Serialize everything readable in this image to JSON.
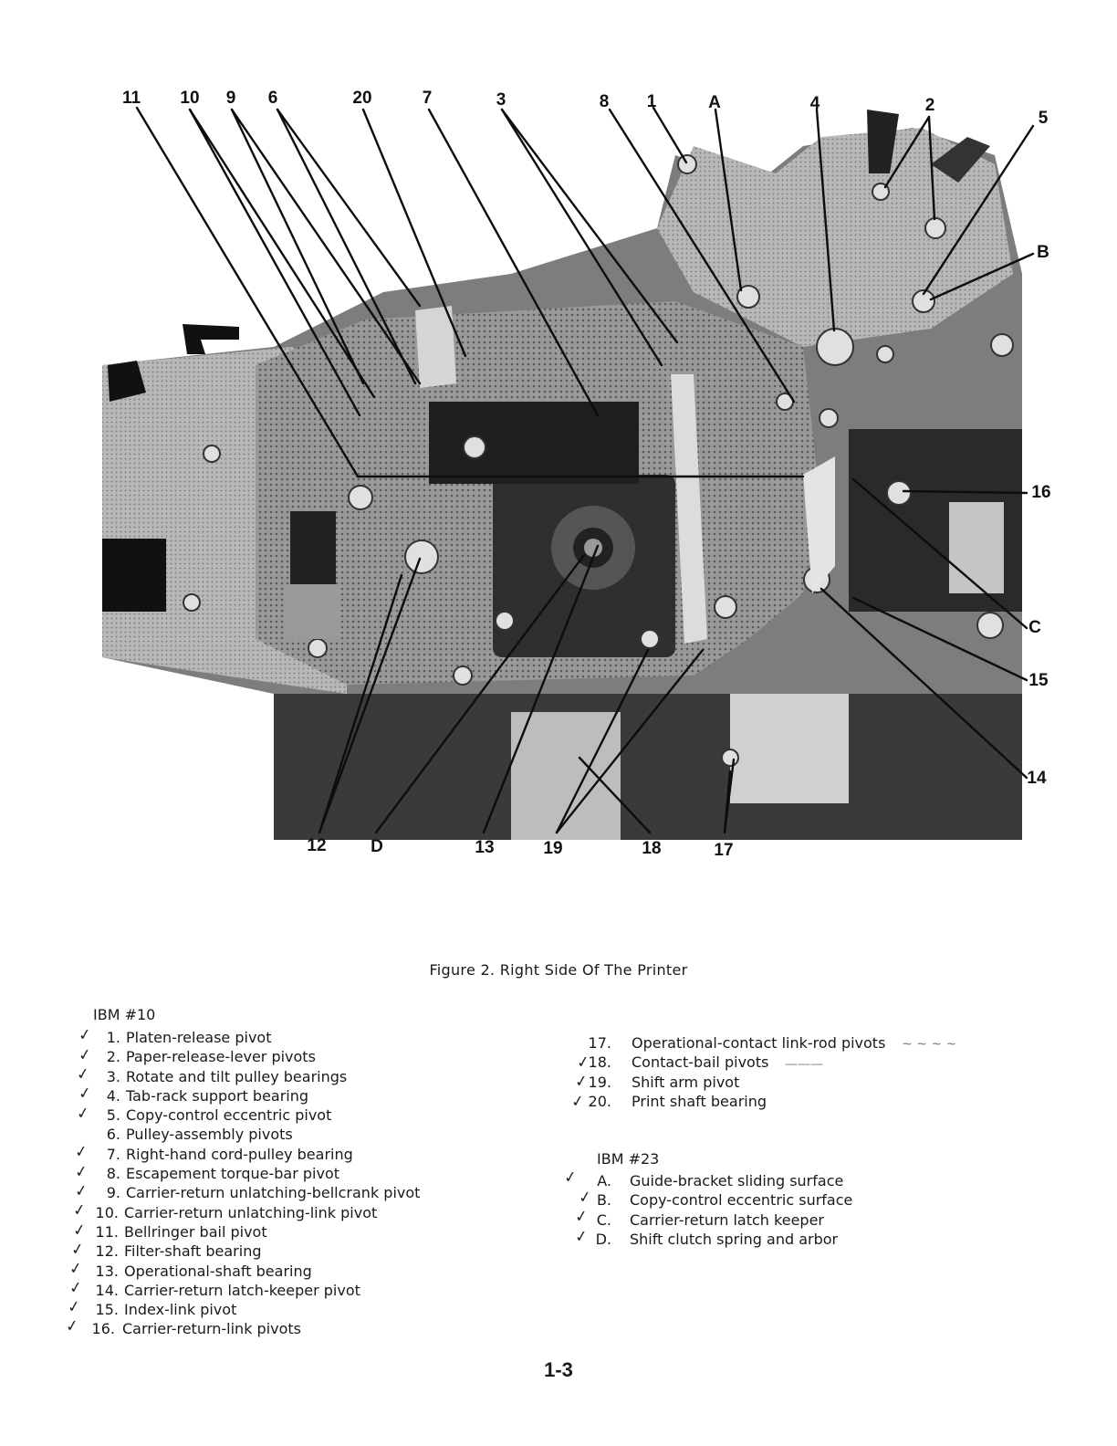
{
  "callouts_top": [
    "11",
    "10",
    "9",
    "6",
    "20",
    "7",
    "3",
    "8",
    "1",
    "A",
    "4",
    "2",
    "5"
  ],
  "callouts_right": [
    "B",
    "16",
    "C",
    "15",
    "14"
  ],
  "callouts_bottom": [
    "12",
    "D",
    "13",
    "19",
    "18",
    "17"
  ],
  "caption": "Figure 2.  Right Side Of The Printer",
  "left_heading": "IBM #10",
  "left_items": [
    {
      "num": "1.",
      "text": "Platen-release pivot"
    },
    {
      "num": "2.",
      "text": "Paper-release-lever pivots"
    },
    {
      "num": "3.",
      "text": "Rotate and tilt pulley bearings"
    },
    {
      "num": "4.",
      "text": "Tab-rack support bearing"
    },
    {
      "num": "5.",
      "text": "Copy-control eccentric pivot"
    },
    {
      "num": "6.",
      "text": "Pulley-assembly pivots"
    },
    {
      "num": "7.",
      "text": "Right-hand cord-pulley bearing"
    },
    {
      "num": "8.",
      "text": "Escapement torque-bar pivot"
    },
    {
      "num": "9.",
      "text": "Carrier-return unlatching-bellcrank pivot"
    },
    {
      "num": "10.",
      "text": "Carrier-return unlatching-link pivot"
    },
    {
      "num": "11.",
      "text": "Bellringer bail pivot"
    },
    {
      "num": "12.",
      "text": "Filter-shaft bearing"
    },
    {
      "num": "13.",
      "text": "Operational-shaft bearing"
    },
    {
      "num": "14.",
      "text": "Carrier-return latch-keeper pivot"
    },
    {
      "num": "15.",
      "text": "Index-link pivot"
    },
    {
      "num": "16.",
      "text": "Carrier-return-link pivots"
    }
  ],
  "right_items_top": [
    {
      "num": "17.",
      "text": "Operational-contact link-rod pivots"
    },
    {
      "num": "18.",
      "text": "Contact-bail pivots"
    },
    {
      "num": "19.",
      "text": "Shift arm pivot"
    },
    {
      "num": "20.",
      "text": "Print shaft bearing"
    }
  ],
  "right_heading": "IBM #23",
  "right_items_bottom": [
    {
      "num": "A.",
      "text": "Guide-bracket sliding surface"
    },
    {
      "num": "B.",
      "text": "Copy-control eccentric surface"
    },
    {
      "num": "C.",
      "text": "Carrier-return latch keeper"
    },
    {
      "num": "D.",
      "text": "Shift clutch spring and arbor"
    }
  ],
  "page_number": "1-3",
  "colors": {
    "ink": "#111111",
    "photo_dark": "#2a2a2a",
    "photo_mid": "#8a8a8a",
    "photo_light": "#c9c9c9"
  }
}
